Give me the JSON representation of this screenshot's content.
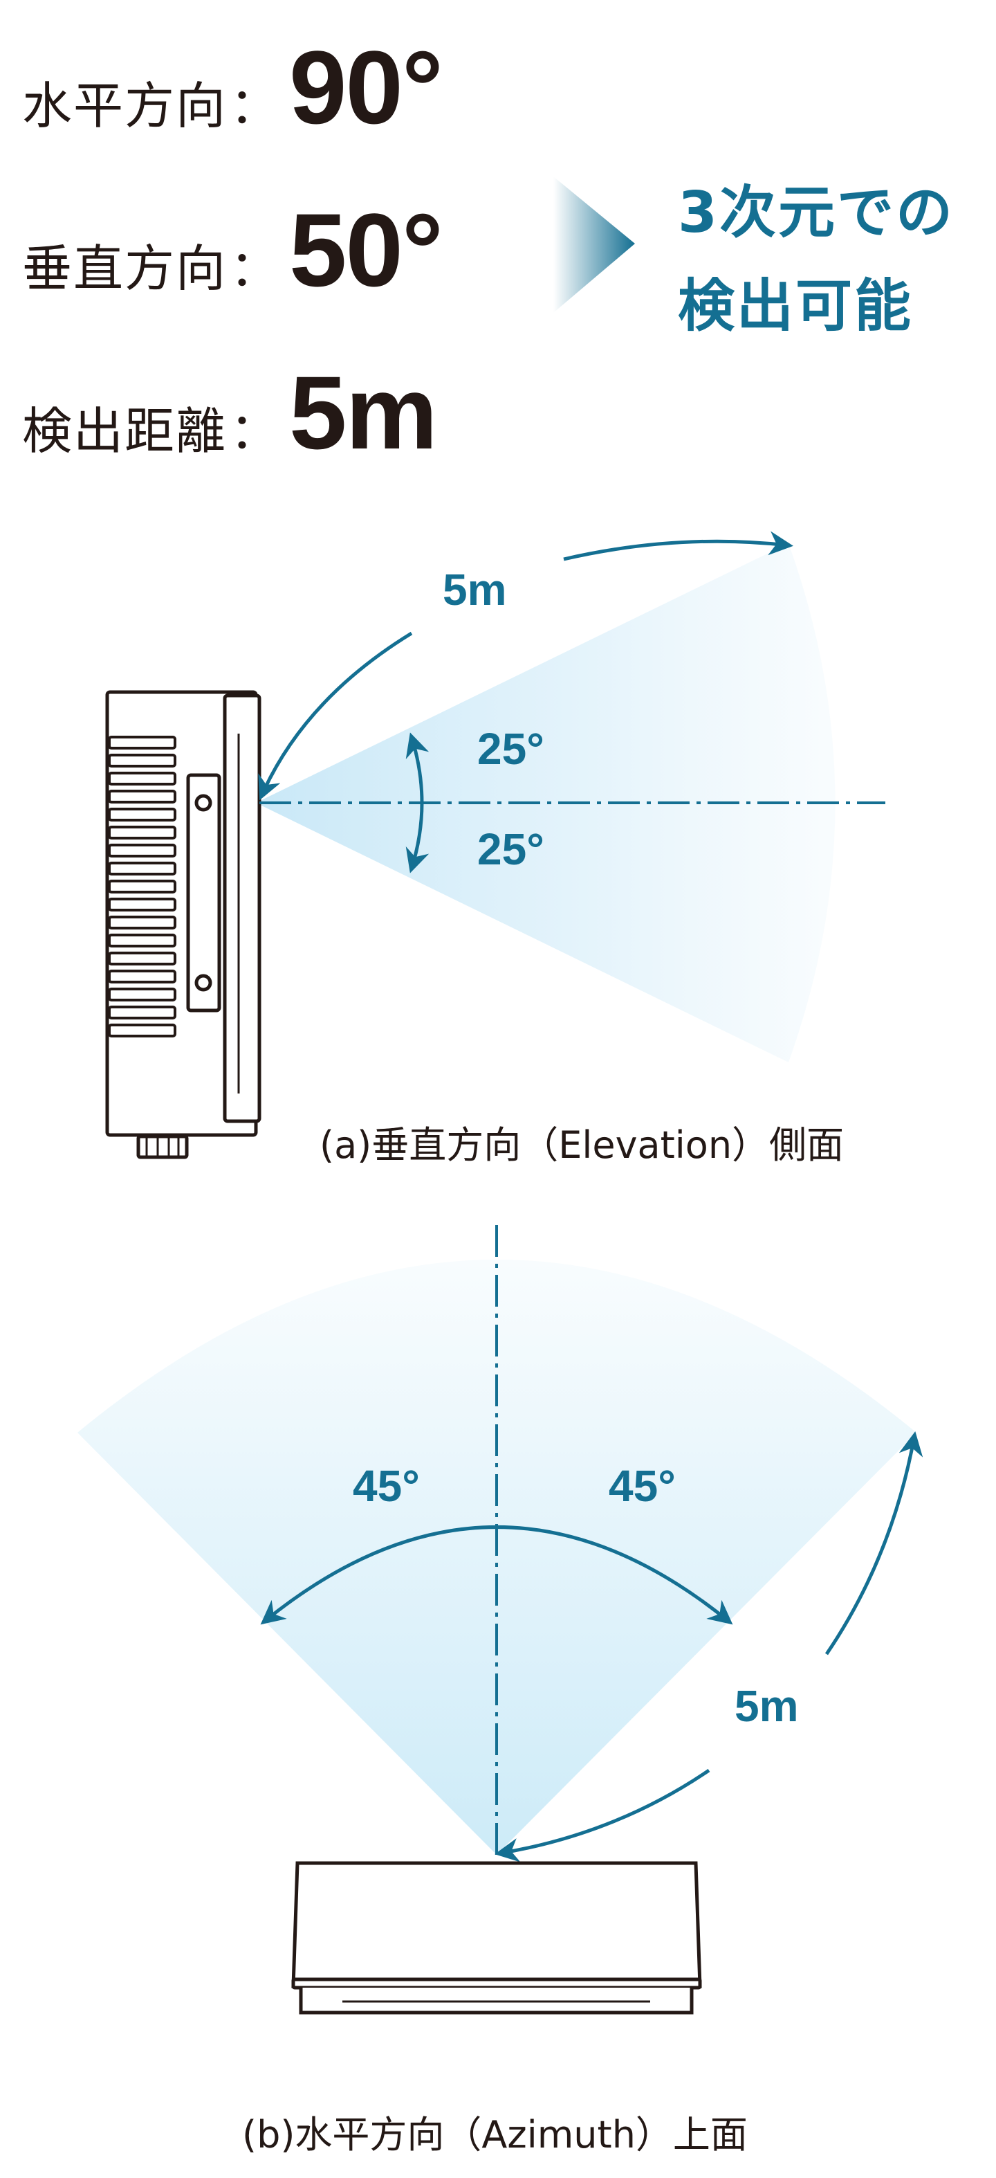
{
  "specs": [
    {
      "label": "水平方向",
      "colon": "：",
      "value": "90°"
    },
    {
      "label": "垂直方向",
      "colon": "：",
      "value": "50°"
    },
    {
      "label": "検出距離",
      "colon": "：",
      "value": "5m"
    }
  ],
  "summary": {
    "line1": "3次元での",
    "line2": "検出可能"
  },
  "elevation": {
    "range": "5m",
    "angle_up": "25°",
    "angle_down": "25°",
    "caption": "(a)垂直方向（Elevation）側面"
  },
  "azimuth": {
    "angle_left": "45°",
    "angle_right": "45°",
    "range": "5m",
    "caption": "(b)水平方向（Azimuth）上面"
  },
  "colors": {
    "accent": "#146f92",
    "text": "#231815",
    "beam": "#d6eef9"
  }
}
